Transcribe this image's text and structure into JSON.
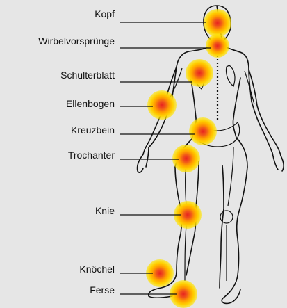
{
  "colors": {
    "background": "#e6e6e6",
    "outline": "#111111",
    "leader": "#111111",
    "spot_outer": "#ffe600",
    "spot_mid": "#ff9d00",
    "spot_inner": "#e8231f"
  },
  "labels": [
    {
      "id": "kopf",
      "text": "Kopf"
    },
    {
      "id": "wirbelvorsprunge",
      "text": "Wirbelvorsprünge"
    },
    {
      "id": "schulterblatt",
      "text": "Schulterblatt"
    },
    {
      "id": "ellenbogen",
      "text": "Ellenbogen"
    },
    {
      "id": "kreuzbein",
      "text": "Kreuzbein"
    },
    {
      "id": "trochanter",
      "text": "Trochanter"
    },
    {
      "id": "knie",
      "text": "Knie"
    },
    {
      "id": "knochel",
      "text": "Knöchel"
    },
    {
      "id": "ferse",
      "text": "Ferse"
    }
  ]
}
